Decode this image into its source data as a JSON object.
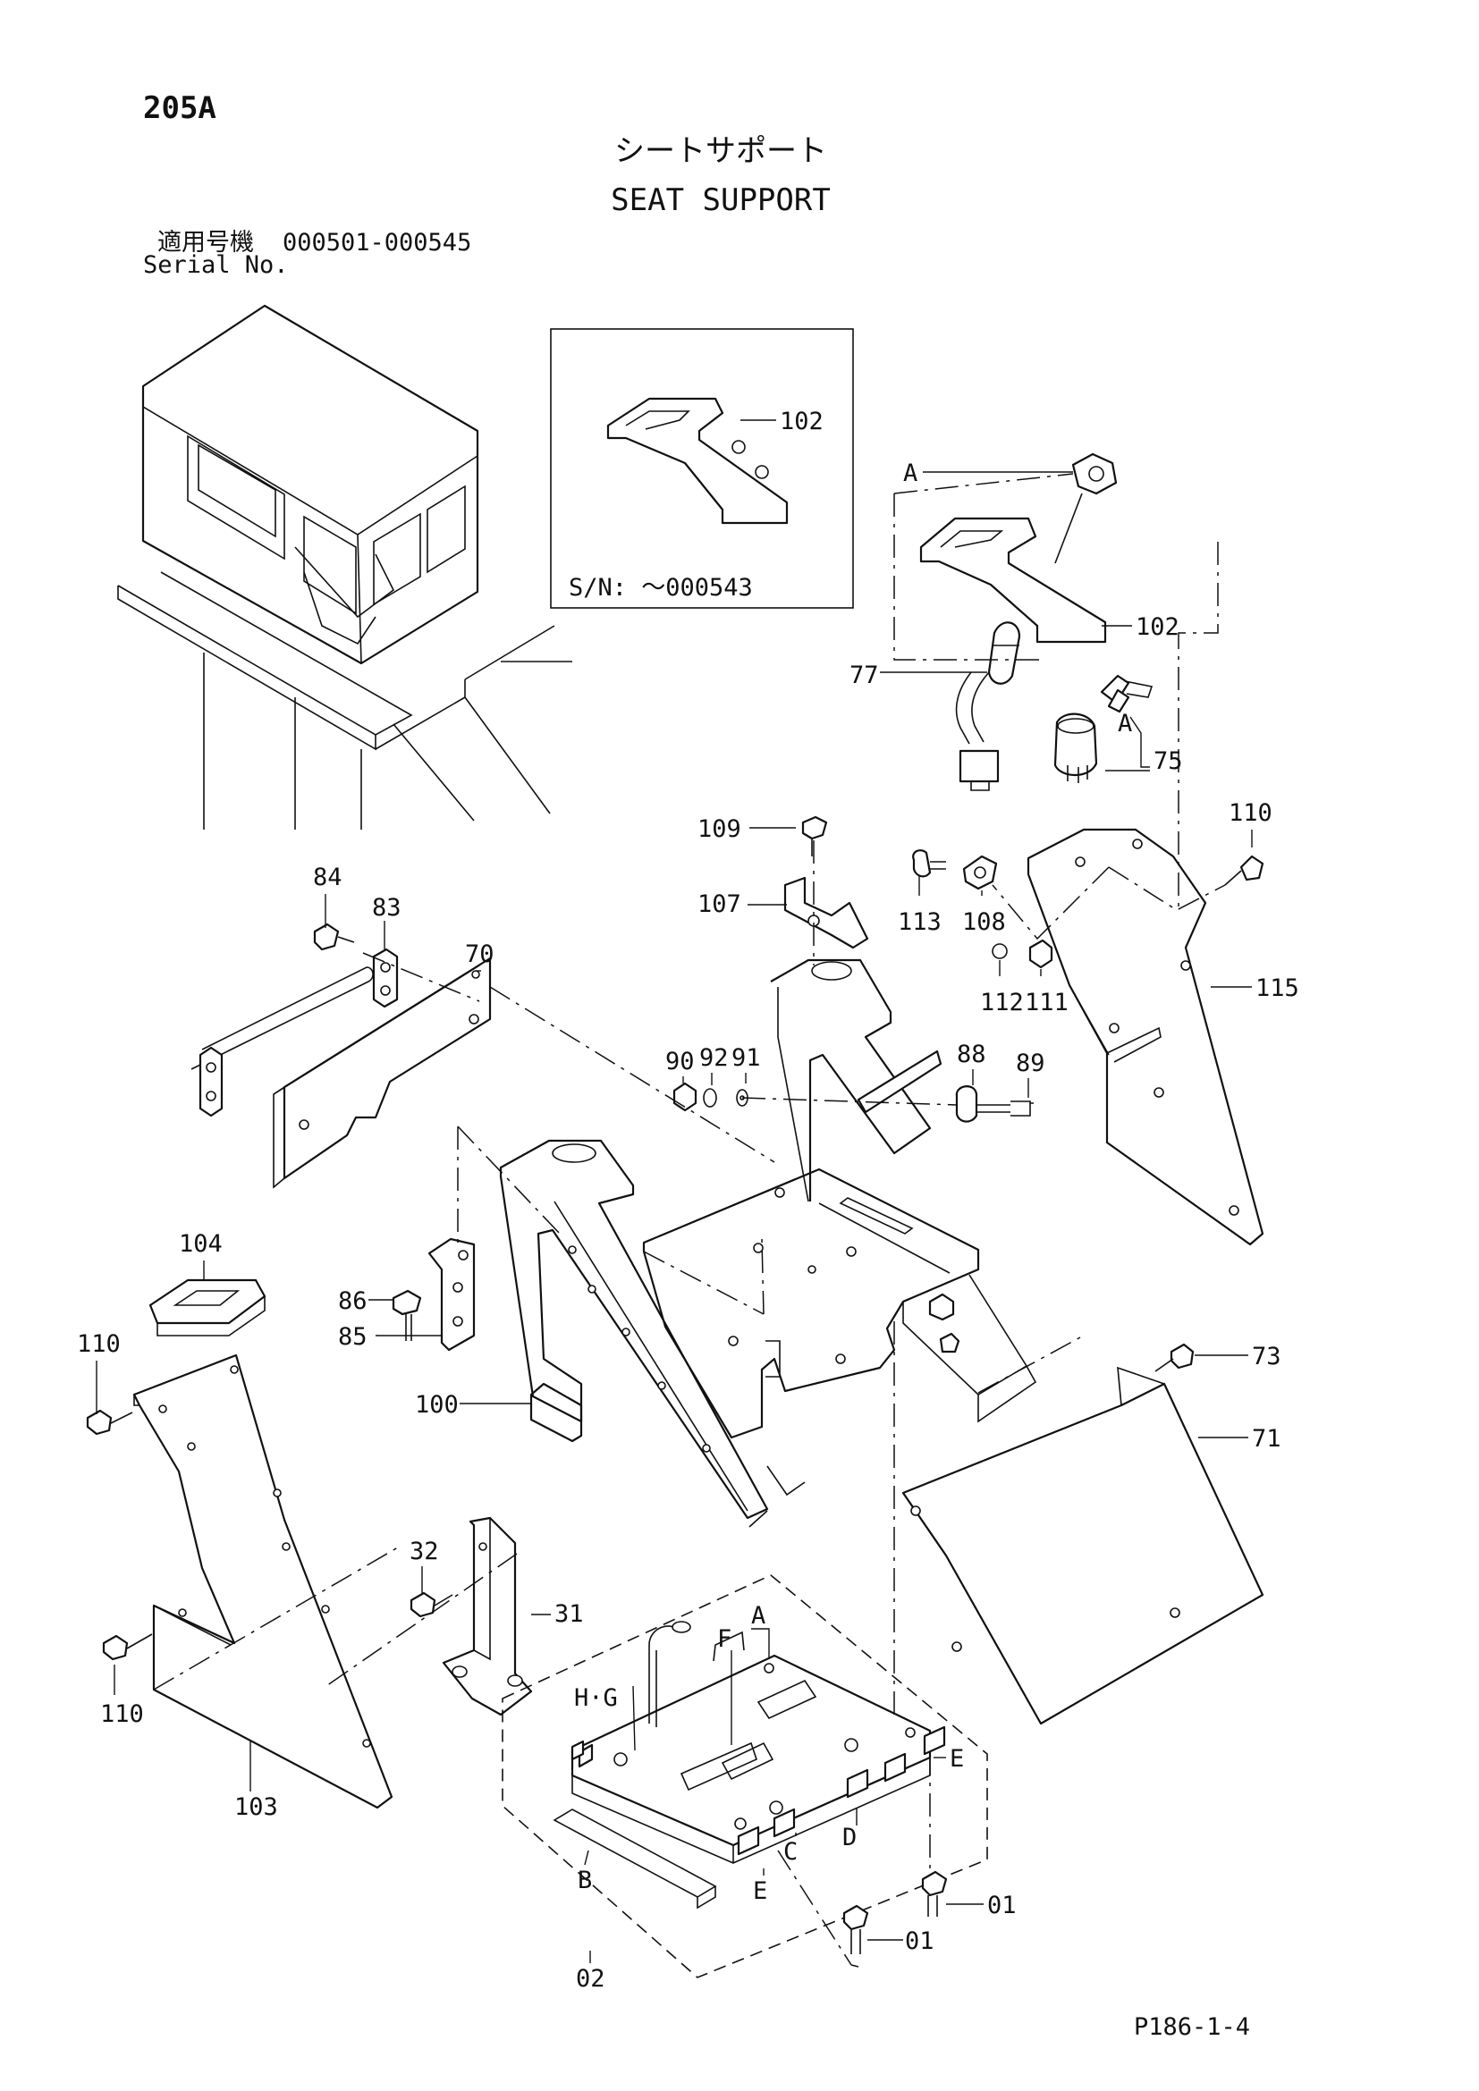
{
  "page_code": "205A",
  "title_jp": "シートサポート",
  "title_en": "SEAT SUPPORT",
  "serial_label_jp": "適用号機",
  "serial_range": "000501-000545",
  "serial_label_en": "Serial No.",
  "inset_note": "S/N: ～000543",
  "footer_code": "P186-1-4",
  "part_labels": [
    "102",
    "A",
    "102",
    "77",
    "A",
    "75",
    "109",
    "110",
    "107",
    "113",
    "108",
    "112",
    "111",
    "115",
    "84",
    "83",
    "70",
    "90",
    "92",
    "91",
    "88",
    "89",
    "104",
    "86",
    "85",
    "110",
    "100",
    "73",
    "71",
    "32",
    "31",
    "110",
    "103",
    "A",
    "F",
    "H·G",
    "E",
    "D",
    "C",
    "B",
    "E",
    "01",
    "01",
    "02"
  ]
}
